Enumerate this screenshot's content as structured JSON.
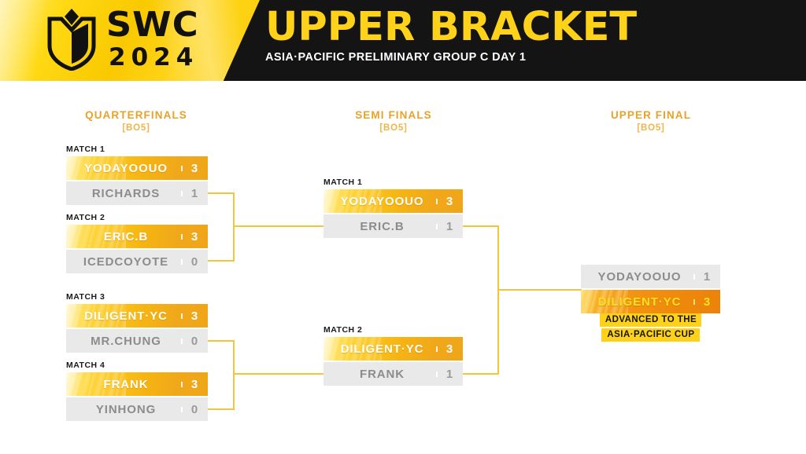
{
  "header": {
    "logo_main": "SWC",
    "logo_year": "2024",
    "title": "UPPER BRACKET",
    "subtitle": "ASIA·PACIFIC PRELIMINARY GROUP C DAY 1",
    "brand_yellow": "#FFD21A",
    "brand_black": "#141414"
  },
  "rounds": [
    {
      "title": "QUARTERFINALS",
      "format": "[BO5]"
    },
    {
      "title": "SEMI FINALS",
      "format": "[BO5]"
    },
    {
      "title": "UPPER FINAL",
      "format": "[BO5]"
    }
  ],
  "quarterfinals": [
    {
      "label": "MATCH 1",
      "top": {
        "team": "YODAYOOUO",
        "score": "3",
        "winner": true
      },
      "bottom": {
        "team": "RICHARDS",
        "score": "1",
        "winner": false
      }
    },
    {
      "label": "MATCH 2",
      "top": {
        "team": "ERIC.B",
        "score": "3",
        "winner": true
      },
      "bottom": {
        "team": "ICEDCOYOTE",
        "score": "0",
        "winner": false
      }
    },
    {
      "label": "MATCH 3",
      "top": {
        "team": "DILIGENT·YC",
        "score": "3",
        "winner": true
      },
      "bottom": {
        "team": "MR.CHUNG",
        "score": "0",
        "winner": false
      }
    },
    {
      "label": "MATCH 4",
      "top": {
        "team": "FRANK",
        "score": "3",
        "winner": true
      },
      "bottom": {
        "team": "YINHONG",
        "score": "0",
        "winner": false
      }
    }
  ],
  "semifinals": [
    {
      "label": "MATCH 1",
      "top": {
        "team": "YODAYOOUO",
        "score": "3",
        "winner": true
      },
      "bottom": {
        "team": "ERIC.B",
        "score": "1",
        "winner": false
      }
    },
    {
      "label": "MATCH 2",
      "top": {
        "team": "DILIGENT·YC",
        "score": "3",
        "winner": true
      },
      "bottom": {
        "team": "FRANK",
        "score": "1",
        "winner": false
      }
    }
  ],
  "upper_final": {
    "top": {
      "team": "YODAYOOUO",
      "score": "1",
      "winner": false
    },
    "bottom": {
      "team": "DILIGENT·YC",
      "score": "3",
      "winner": true
    },
    "advanced_line1": "ADVANCED TO THE",
    "advanced_line2": "ASIA·PACIFIC CUP"
  },
  "colors": {
    "connector": "#F2C53A",
    "winner_row": "#F0A81A",
    "loser_row": "#E9E9E9",
    "final_winner_row": "#EF8A0D",
    "round_title": "#E8A22A"
  }
}
